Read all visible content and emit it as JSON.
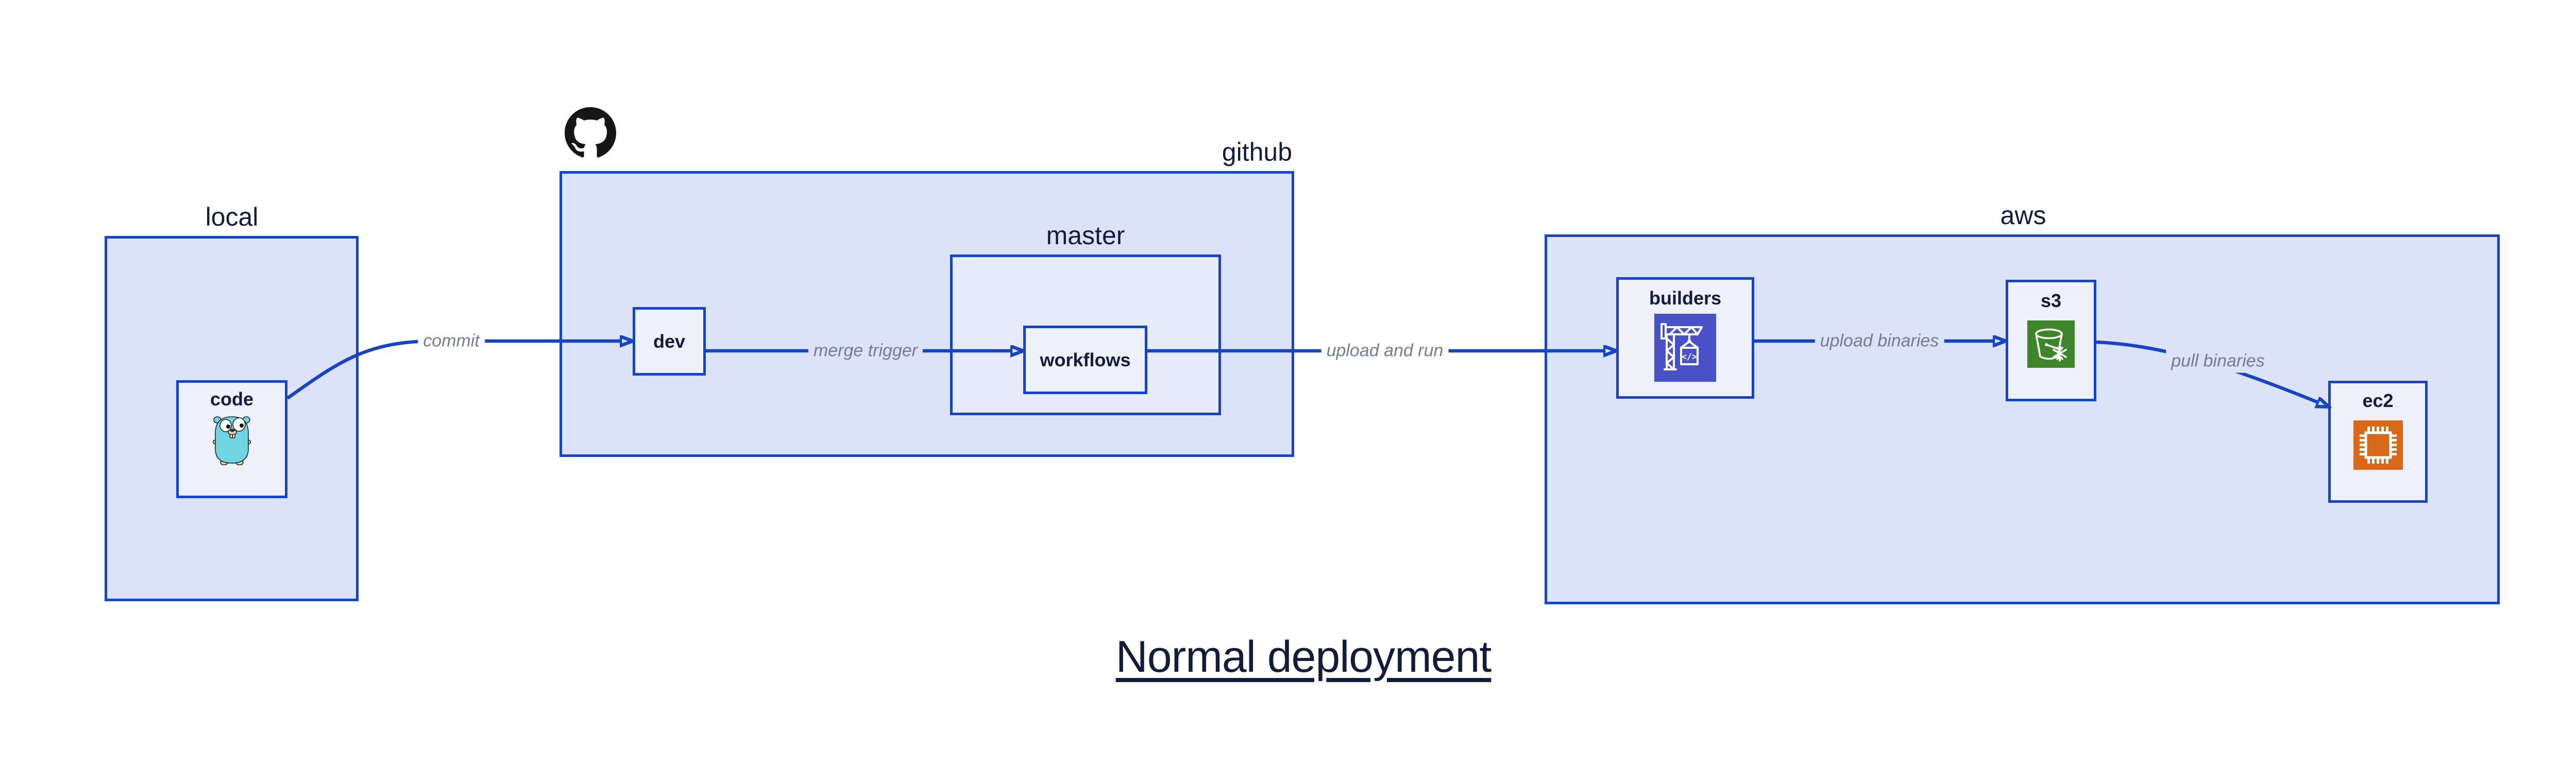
{
  "title": "Normal deployment",
  "colors": {
    "background": "#ffffff",
    "accent_blue": "#1545c4",
    "group_fill": "#dce3f8",
    "master_fill": "#e8ecfa",
    "node_fill": "#eef1fb",
    "text_navy": "#141c3c",
    "edge_label_gray": "#747d8f",
    "codebuild_indigo": "#4951c9",
    "s3_green": "#3e8629",
    "ec2_orange": "#d8681a",
    "github_black": "#171515",
    "gopher_teal": "#70d7e2"
  },
  "groups": {
    "local": {
      "label": "local"
    },
    "github": {
      "label": "github"
    },
    "master": {
      "label": "master"
    },
    "aws": {
      "label": "aws"
    }
  },
  "nodes": {
    "code": {
      "label": "code",
      "icon": "go-gopher"
    },
    "dev": {
      "label": "dev"
    },
    "workflows": {
      "label": "workflows"
    },
    "builders": {
      "label": "builders",
      "icon": "aws-codebuild"
    },
    "s3": {
      "label": "s3",
      "icon": "aws-s3-glacier-bucket"
    },
    "ec2": {
      "label": "ec2",
      "icon": "aws-ec2-chip"
    }
  },
  "icons": {
    "builders_glyph": "</>"
  },
  "edges": [
    {
      "from": "code",
      "to": "dev",
      "label": "commit"
    },
    {
      "from": "dev",
      "to": "workflows",
      "label": "merge trigger"
    },
    {
      "from": "workflows",
      "to": "builders",
      "label": "upload and run"
    },
    {
      "from": "builders",
      "to": "s3",
      "label": "upload binaries"
    },
    {
      "from": "s3",
      "to": "ec2",
      "label": "pull binaries"
    }
  ]
}
